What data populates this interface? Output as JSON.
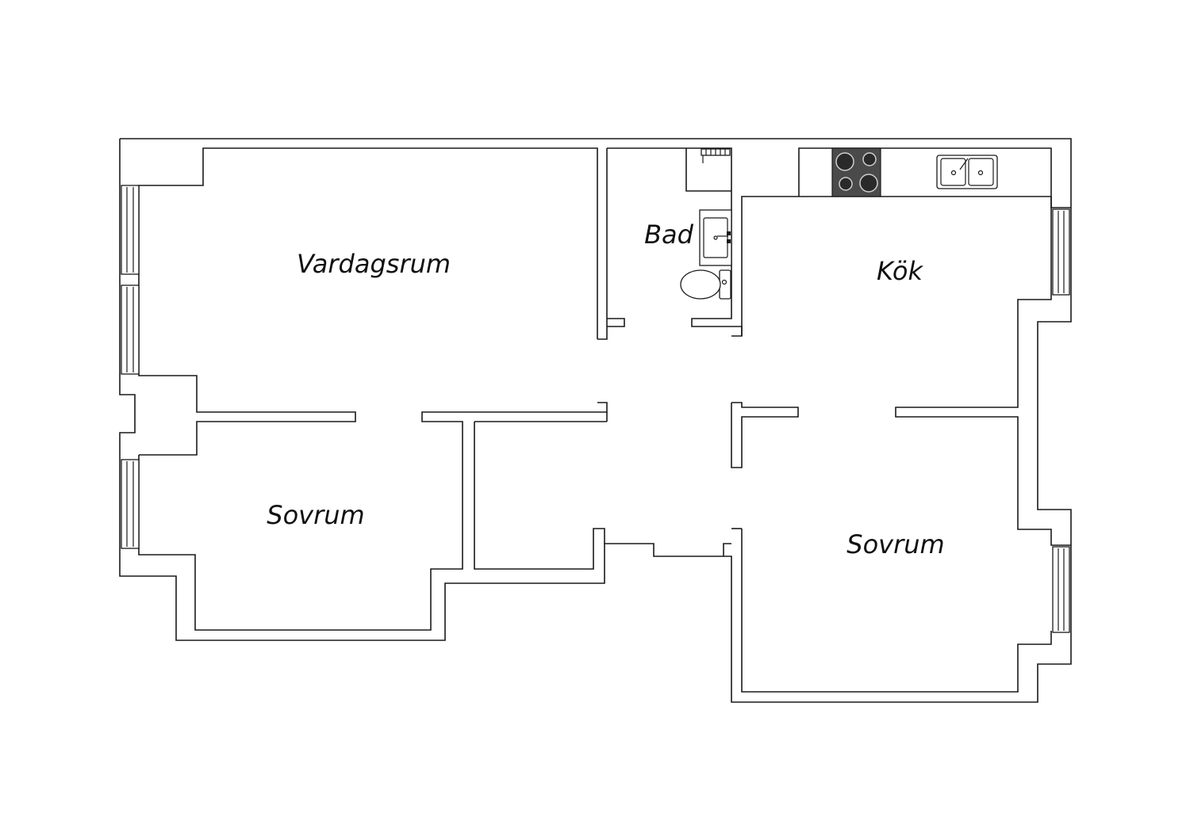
{
  "rooms": {
    "living_room": "Vardagsrum",
    "bathroom": "Bad",
    "kitchen": "Kök",
    "bedroom_left": "Sovrum",
    "bedroom_right": "Sovrum"
  },
  "colors": {
    "wall": "#1a1a1a",
    "background": "#ffffff",
    "stove": "#4a4a4a"
  },
  "icons": [
    "stove-icon",
    "kitchen-sink-icon",
    "bathroom-sink-icon",
    "toilet-icon",
    "shower-icon",
    "window-icon"
  ]
}
